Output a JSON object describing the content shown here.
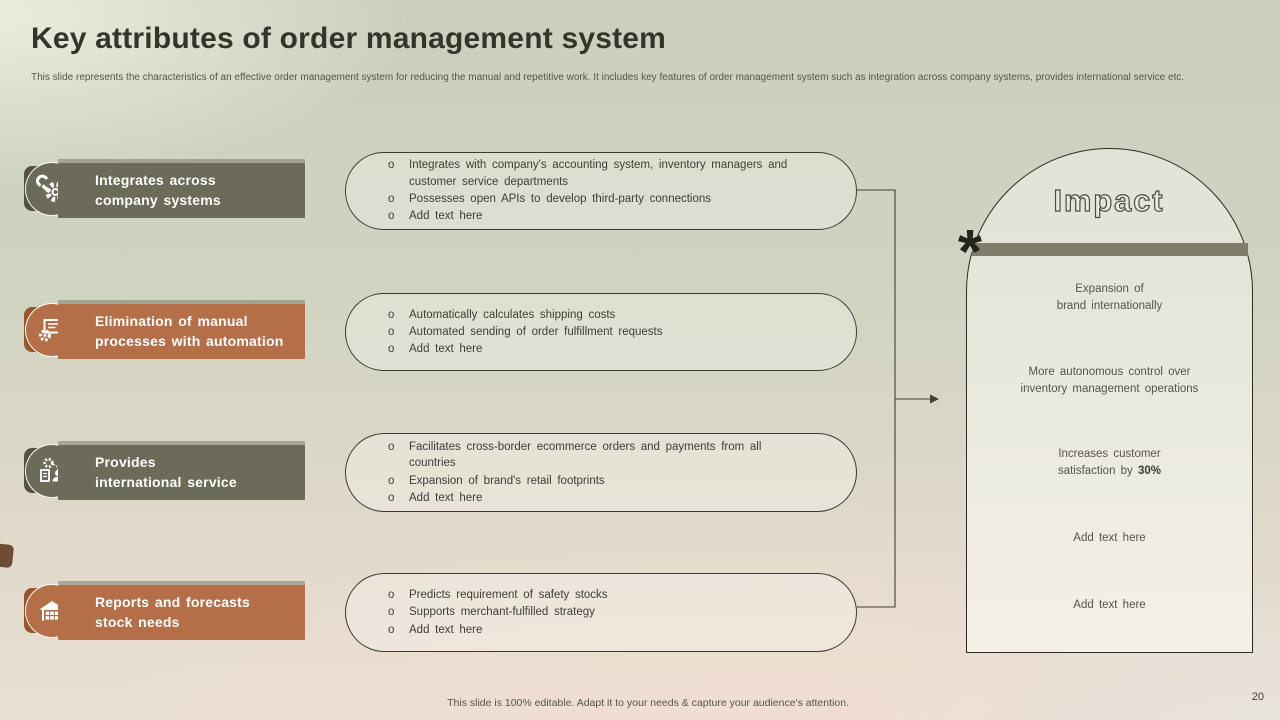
{
  "slide": {
    "title": "Key attributes of order management system",
    "subtitle": "This slide represents the characteristics of an effective order management system for reducing the manual and repetitive work. It includes key features of order management system such as integration across company systems, provides international service etc.",
    "footer": "This slide is 100% editable. Adapt it to your needs & capture your audience's attention.",
    "page_number": "20"
  },
  "bullet_marker": "o",
  "colors": {
    "olive": "#6C6A58",
    "orange": "#B46F49",
    "bar": "#7F7E6C",
    "connector": "#3F3F38"
  },
  "attributes": [
    {
      "label": "Integrates across\ncompany systems",
      "icon": "wrench-gear-icon",
      "theme": "olive",
      "bullets": [
        "Integrates with company's accounting system, inventory managers and customer service departments",
        "Possesses open APIs to develop third-party connections",
        "Add text here"
      ]
    },
    {
      "label": "Elimination of manual\nprocesses with automation",
      "icon": "automation-board-icon",
      "theme": "orange",
      "bullets": [
        "Automatically calculates shipping costs",
        "Automated sending of order fulfillment requests",
        "Add text here"
      ]
    },
    {
      "label": "Provides\ninternational service",
      "icon": "international-operations-icon",
      "theme": "olive",
      "bullets": [
        "Facilitates cross-border ecommerce orders and payments from all countries",
        "Expansion of brand's retail footprints",
        "Add text here"
      ]
    },
    {
      "label": "Reports and forecasts\nstock needs",
      "icon": "warehouse-icon",
      "theme": "orange",
      "bullets": [
        "Predicts requirement of safety stocks",
        "Supports merchant-fulfilled strategy",
        "Add text here"
      ]
    }
  ],
  "impact": {
    "title": "Impact",
    "asterisk": "*",
    "items": [
      {
        "text": "Expansion of\nbrand internationally"
      },
      {
        "text": "More autonomous control over\ninventory management operations"
      },
      {
        "prefix": "Increases customer\nsatisfaction by ",
        "bold": "30%"
      },
      {
        "text": "Add text here"
      },
      {
        "text": "Add text here"
      }
    ]
  }
}
